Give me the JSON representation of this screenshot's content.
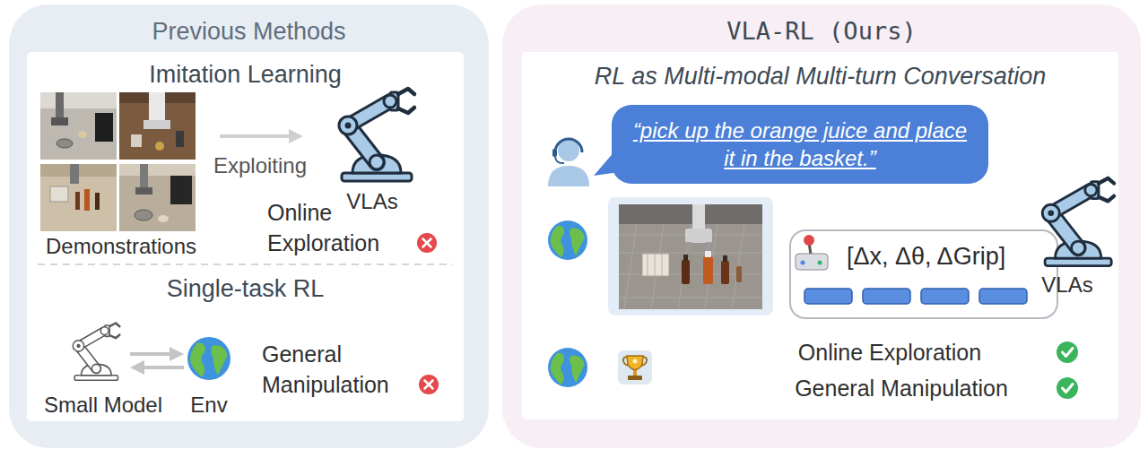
{
  "diagram": {
    "nodes": [
      {
        "text": [
          "Previous Methods"
        ]
      },
      {
        "text": [
          "Imitation Learning"
        ],
        "in": 0
      },
      {
        "text": [
          "Single-task RL"
        ],
        "in": 0
      },
      {
        "text": [
          "VLA-RL (Ours)"
        ]
      },
      {
        "text": [
          "RL as Multi-modal Multi-turn Conversation"
        ],
        "in": 3
      },
      {
        "text": [
          "“pick up the orange juice and place it in the basket.”"
        ],
        "in": 4
      },
      {
        "text": [
          "[Δx, Δθ, ΔGrip]"
        ],
        "in": 4
      }
    ],
    "labels": [
      "Demonstrations",
      "Exploiting",
      "VLAs",
      "Online Exploration",
      "Small Model",
      "Env",
      "General Manipulation",
      "VLAs",
      "Online Exploration",
      "General Manipulation"
    ]
  }
}
